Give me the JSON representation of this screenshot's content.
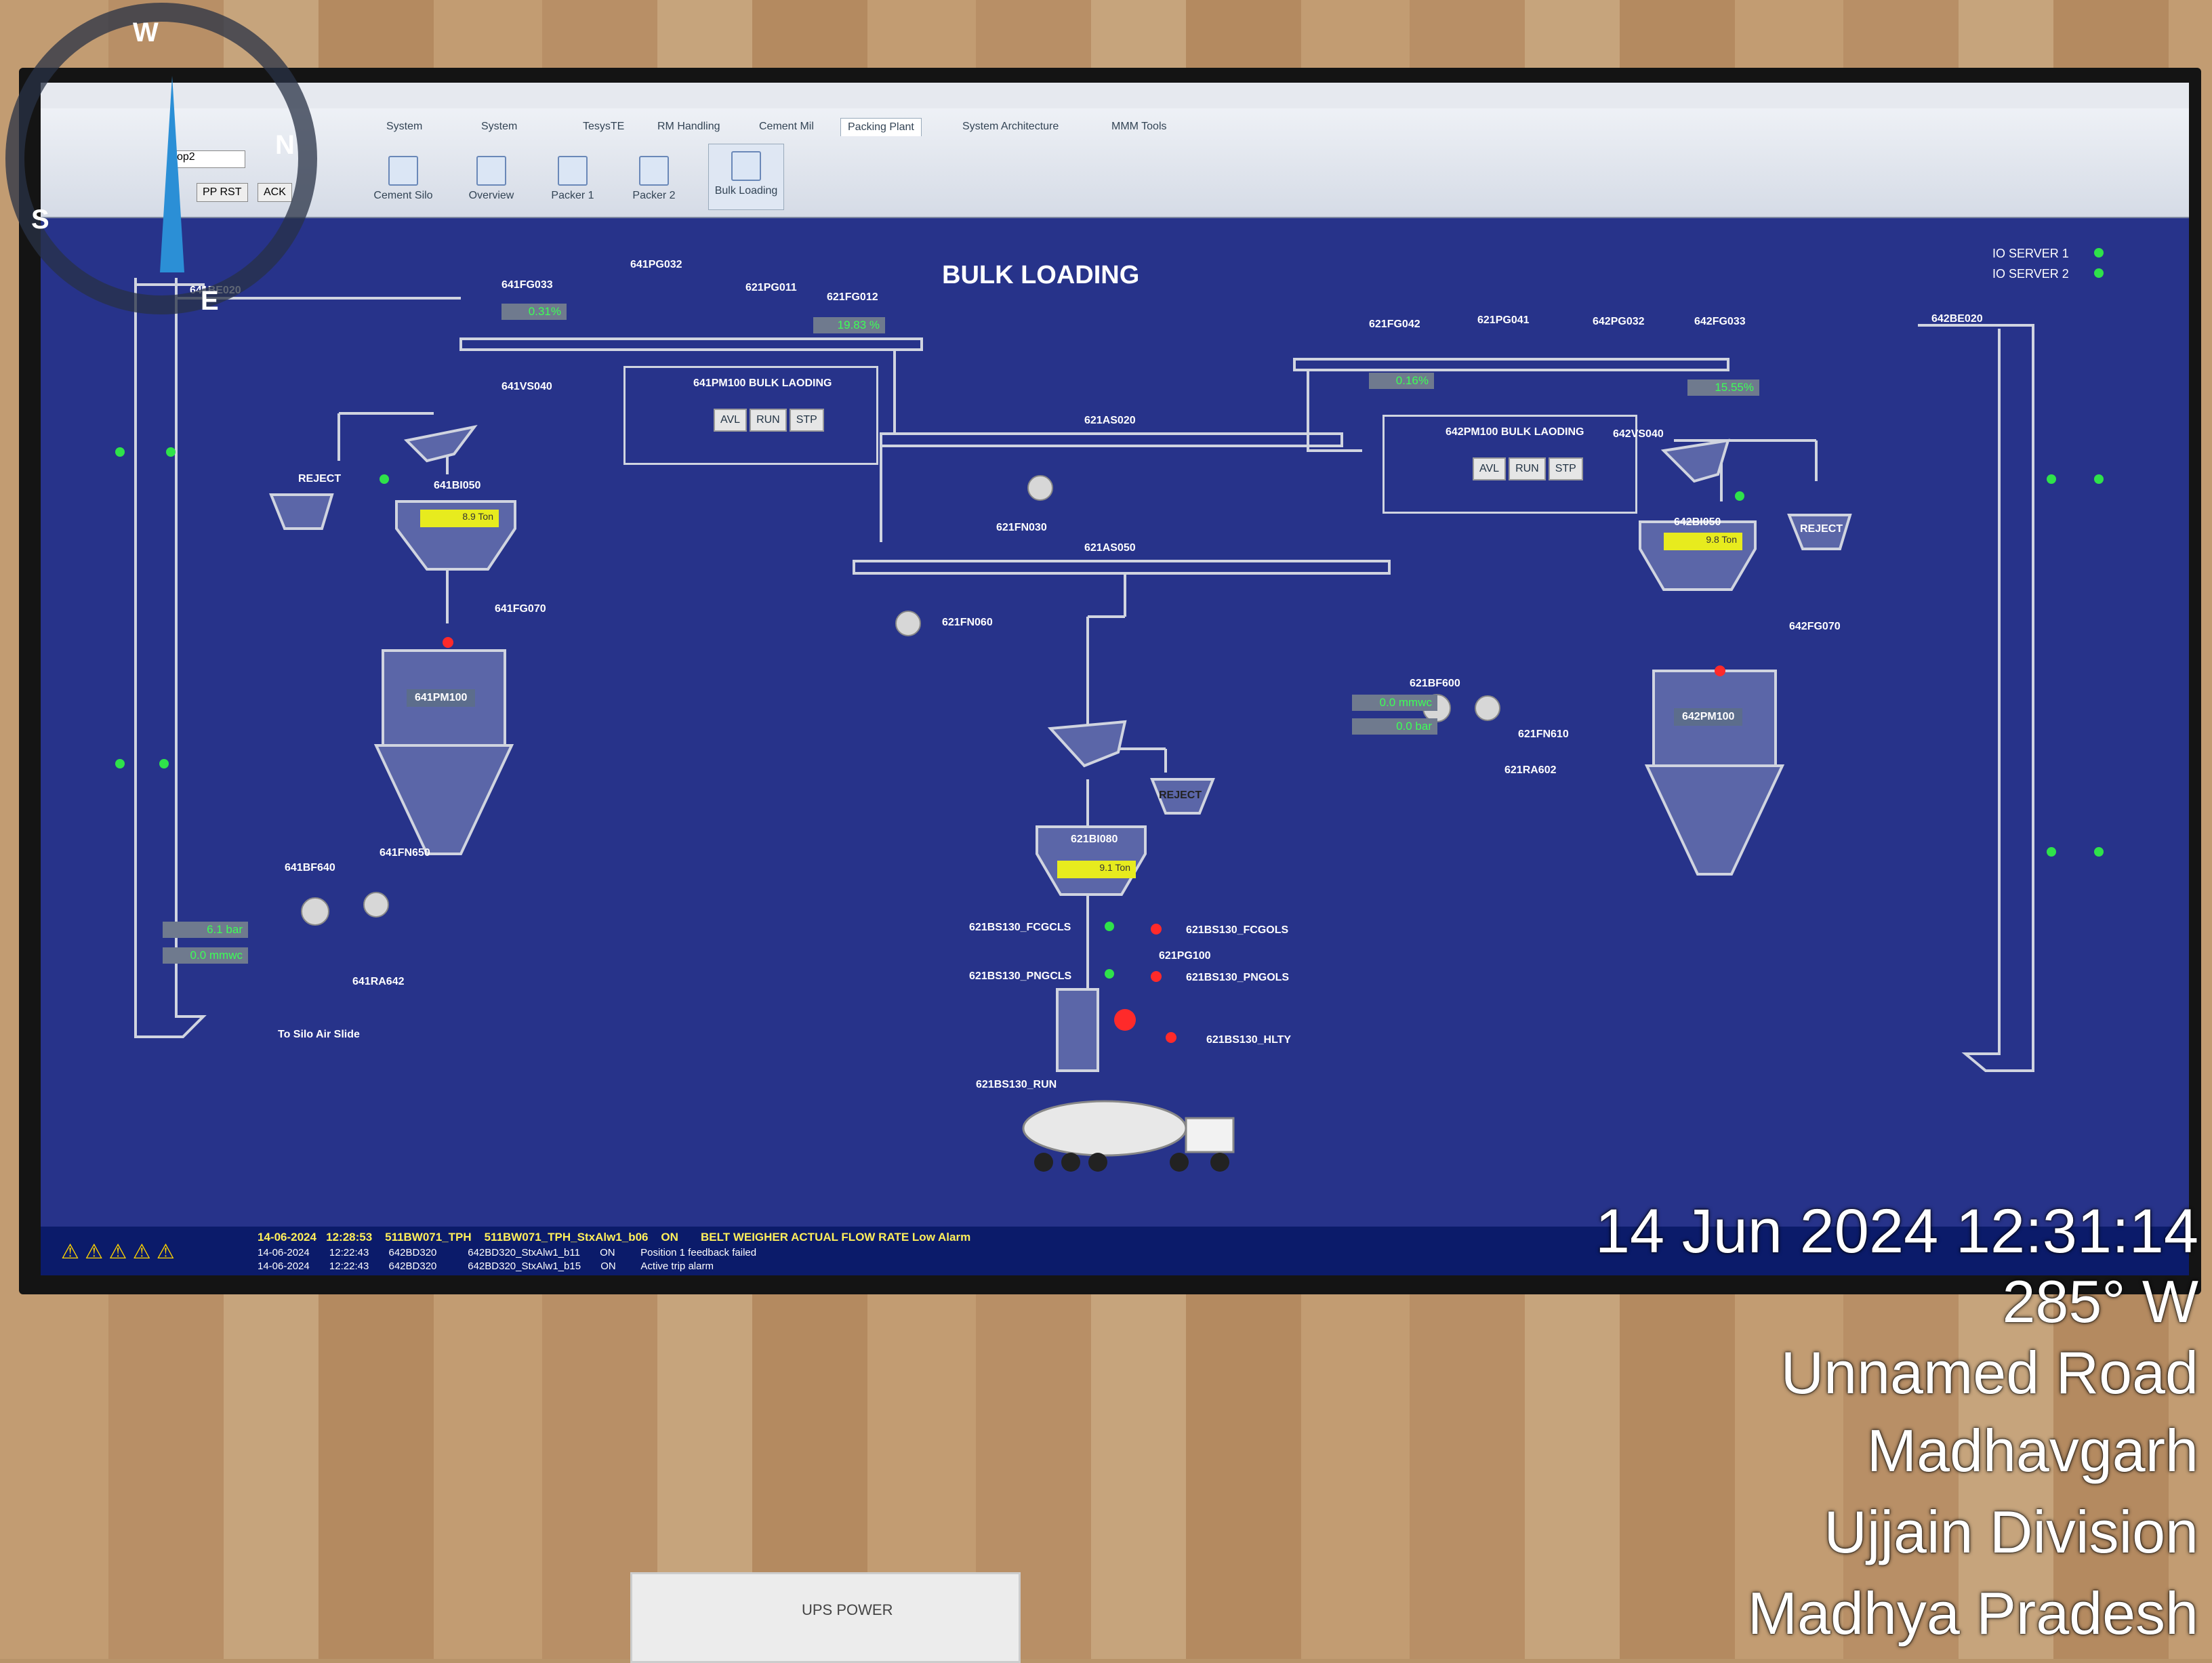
{
  "window": {
    "tabs": [
      "System",
      "System",
      "TesysTE",
      "RM Handling",
      "Cement Mil",
      "Packing Plant",
      "System Architecture",
      "MMM Tools"
    ],
    "active_tab": "Packing Plant",
    "ribbon_buttons": [
      "Cement Silo",
      "Overview",
      "Packer 1",
      "Packer 2",
      "Bulk Loading"
    ],
    "active_button": "Bulk Loading",
    "quick": [
      "PP RST",
      "ACK"
    ],
    "area_field": "op2"
  },
  "servers": [
    "IO SERVER 1",
    "IO SERVER 2"
  ],
  "title": "BULK LOADING",
  "left": {
    "elev": "641BE020",
    "fg1": "641FG033",
    "fg2": "641PG032",
    "sep": "641VS040",
    "reject": "REJECT",
    "bin": "641BI050",
    "bin_val": "8.9 Ton",
    "fg_val": "0.31%",
    "pm_box": "641PM100 BULK LAODING",
    "valve": "641FG070",
    "packer": "641PM100",
    "filter": "641BF640",
    "fan": "641FN650",
    "pressure": "6.1 bar",
    "mmwc": "0.0 mmwc",
    "ra": "641RA642",
    "slide": "To Silo Air Slide"
  },
  "center": {
    "pg011": "621PG011",
    "fg012": "621FG012",
    "fg012_val": "19.83 %",
    "as020": "621AS020",
    "fn030": "621FN030",
    "as050": "621AS050",
    "fn060": "621FN060",
    "reject": "REJECT",
    "bin": "621BI080",
    "bin_val": "9.1 Ton",
    "bf": "621BF600",
    "bf_mmwc": "0.0 mmwc",
    "bf_bar": "0.0 bar",
    "fn610": "621FN610",
    "ra602": "621RA602",
    "bs_fcgcls": "621BS130_FCGCLS",
    "bs_fcgols": "621BS130_FCGOLS",
    "pg100": "621PG100",
    "bs_pngcls": "621BS130_PNGCLS",
    "bs_pngols": "621BS130_PNGOLS",
    "bs_hlty": "621BS130_HLTY",
    "bs_run": "621BS130_RUN"
  },
  "right": {
    "fg042": "621FG042",
    "pg041": "621PG041",
    "pg032": "642PG032",
    "fg033": "642FG033",
    "elev": "642BE020",
    "fg_val": "0.16%",
    "fg033_val": "15.55%",
    "pm_box": "642PM100 BULK LAODING",
    "sep": "642VS040",
    "reject": "REJECT",
    "bin": "642BI050",
    "bin_val": "9.8 Ton",
    "valve": "642FG070",
    "packer": "642PM100"
  },
  "controls": [
    "AVL",
    "RUN",
    "STP"
  ],
  "alarms": [
    {
      "date": "14-06-2024",
      "time": "12:28:53",
      "tag": "511BW071_TPH",
      "tag2": "511BW071_TPH_StxAlw1_b06",
      "state": "ON",
      "msg": "BELT WEIGHER ACTUAL FLOW RATE Low Alarm"
    },
    {
      "date": "14-06-2024",
      "time": "12:22:43",
      "tag": "642BD320",
      "tag2": "642BD320_StxAlw1_b11",
      "state": "ON",
      "msg": "Position 1 feedback failed"
    },
    {
      "date": "14-06-2024",
      "time": "12:22:43",
      "tag": "642BD320",
      "tag2": "642BD320_StxAlw1_b15",
      "state": "ON",
      "msg": "Active trip alarm"
    }
  ],
  "overlay": {
    "datetime": "14 Jun 2024 12:31:14",
    "heading": "285° W",
    "road": "Unnamed Road",
    "town": "Madhavgarh",
    "division": "Ujjain Division",
    "state": "Madhya Pradesh"
  },
  "compass": [
    "N",
    "E",
    "S",
    "W"
  ],
  "socket_label": "UPS POWER"
}
